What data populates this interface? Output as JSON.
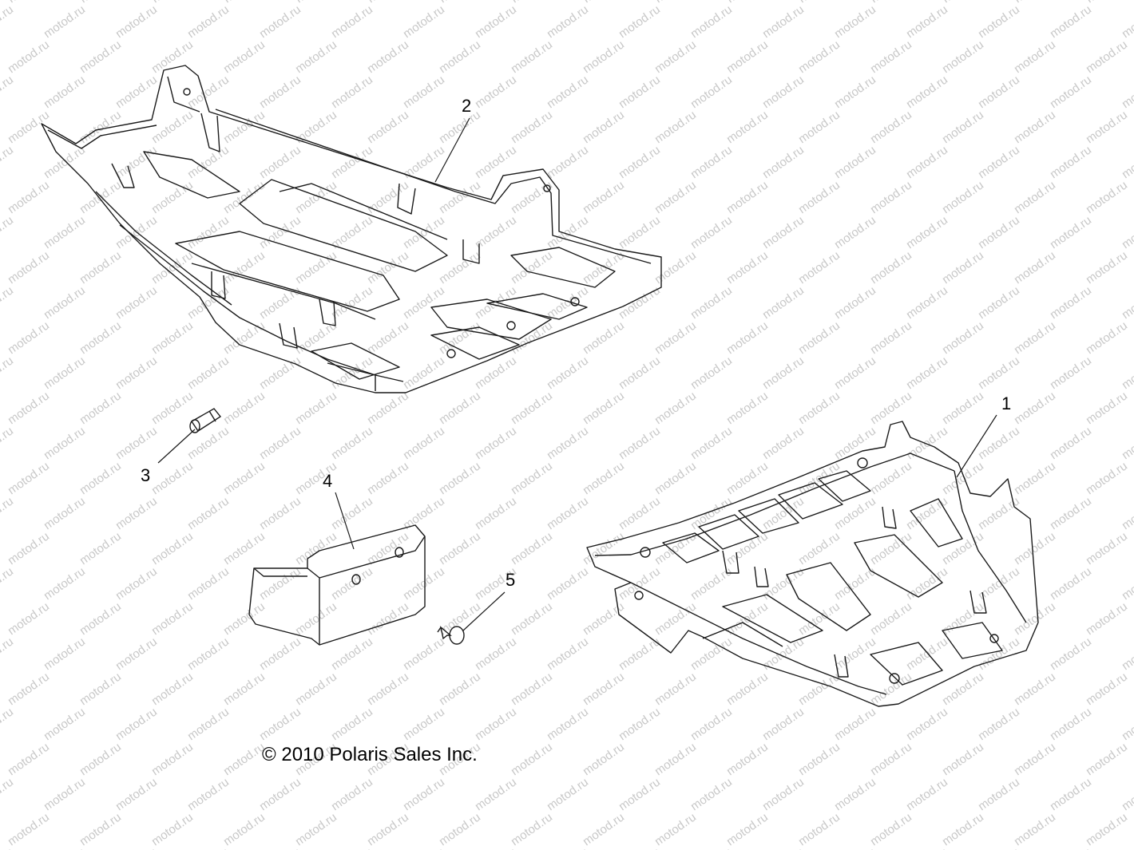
{
  "diagram": {
    "copyright": "© 2010 Polaris Sales Inc.",
    "watermark_text": "motod.ru",
    "callouts": [
      {
        "id": "1",
        "label": "1",
        "part": "front-skid-plate"
      },
      {
        "id": "2",
        "label": "2",
        "part": "rear-skid-plate"
      },
      {
        "id": "3",
        "label": "3",
        "part": "bolt"
      },
      {
        "id": "4",
        "label": "4",
        "part": "bracket-guard"
      },
      {
        "id": "5",
        "label": "5",
        "part": "push-rivet"
      }
    ],
    "colors": {
      "line": "#1a1a1a",
      "watermark": "#c8c8c8",
      "background": "#ffffff"
    }
  }
}
